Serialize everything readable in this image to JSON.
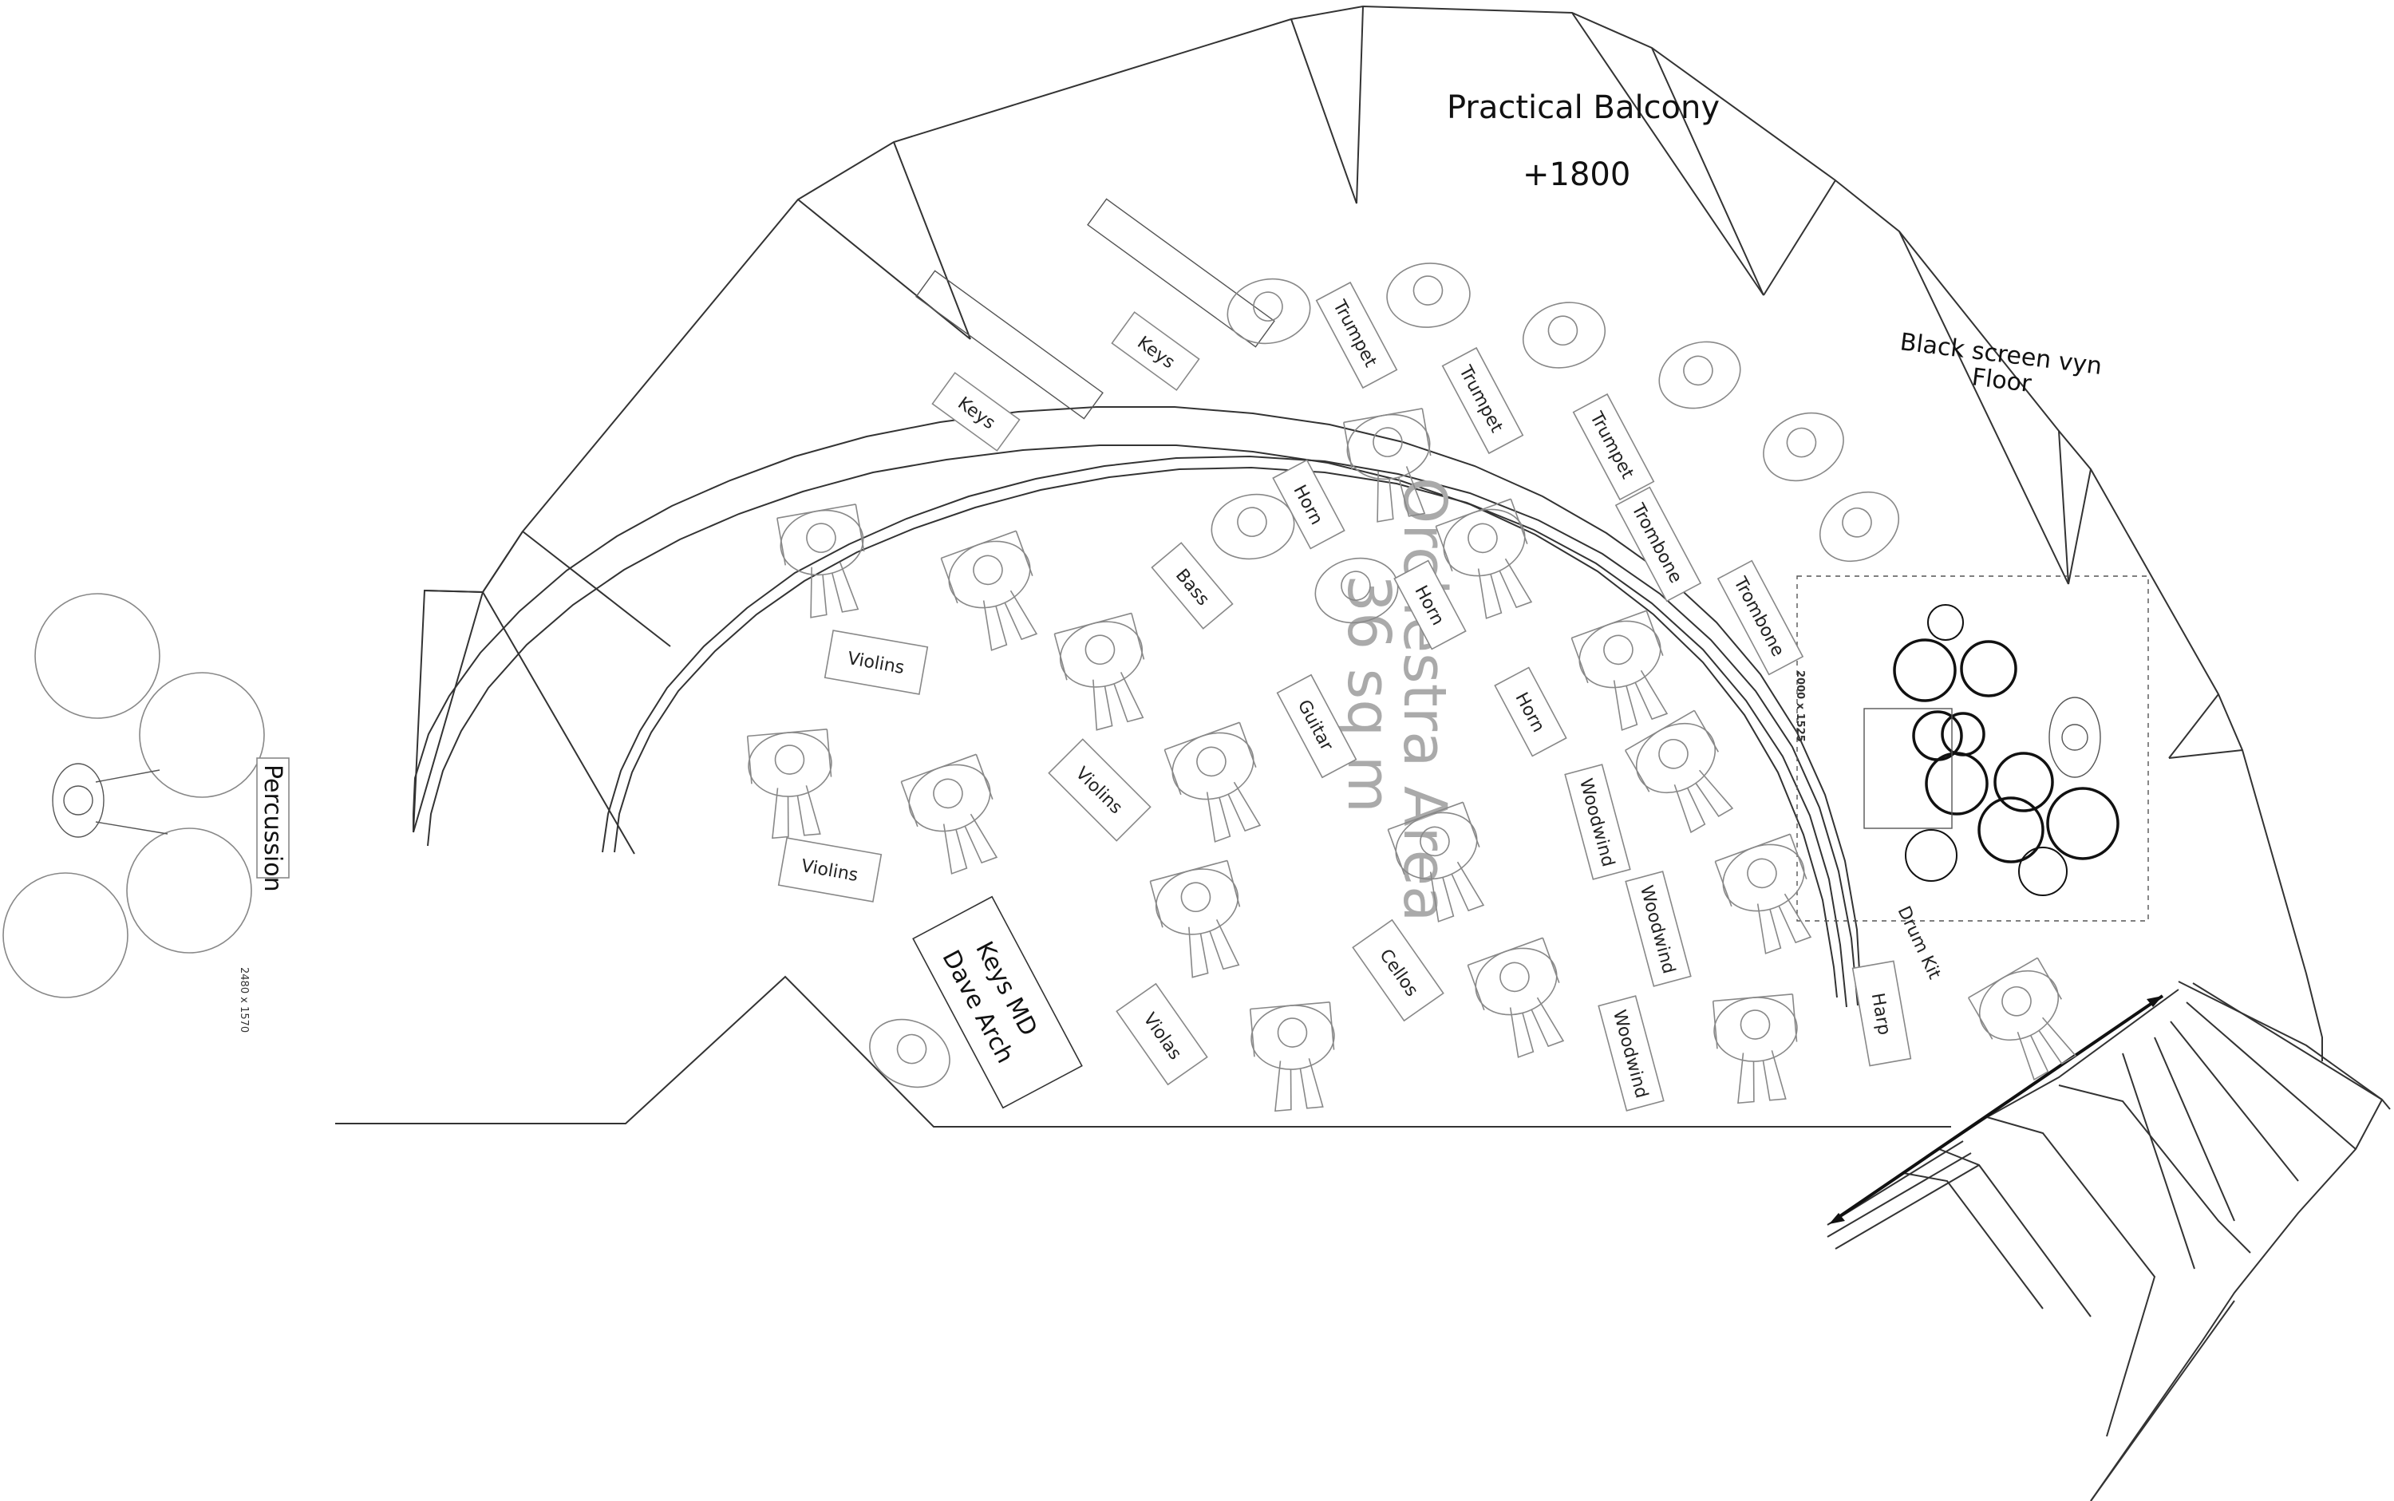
{
  "labels": {
    "balcony_title": "Practical Balcony",
    "balcony_height": "+1800",
    "screen_line1": "Black screen vyn",
    "screen_line2": "Floor",
    "percussion": "Percussion",
    "percussion_size": "2480 x 1570",
    "drum_size": "2000 x 1525",
    "drum_kit": "Drum Kit",
    "harp": "Harp",
    "keys_md_line1": "Keys MD",
    "keys_md_line2": "Dave Arch",
    "keys_1": "Keys",
    "keys_2": "Keys",
    "trumpet_1": "Trumpet",
    "trumpet_2": "Trumpet",
    "trumpet_3": "Trumpet",
    "trombone_1": "Trombone",
    "trombone_2": "Trombone",
    "horn_1": "Horn",
    "horn_2": "Horn",
    "horn_3": "Horn",
    "bass": "Bass",
    "guitar": "Guitar",
    "violins_1": "Violins",
    "violins_2": "Violins",
    "violins_3": "Violins",
    "violas": "Violas",
    "cellos": "Cellos",
    "woodwind_1": "Woodwind",
    "woodwind_2": "Woodwind",
    "woodwind_3": "Woodwind",
    "watermark_line1": "Orchestra Area",
    "watermark_line2": "36 sq m"
  }
}
